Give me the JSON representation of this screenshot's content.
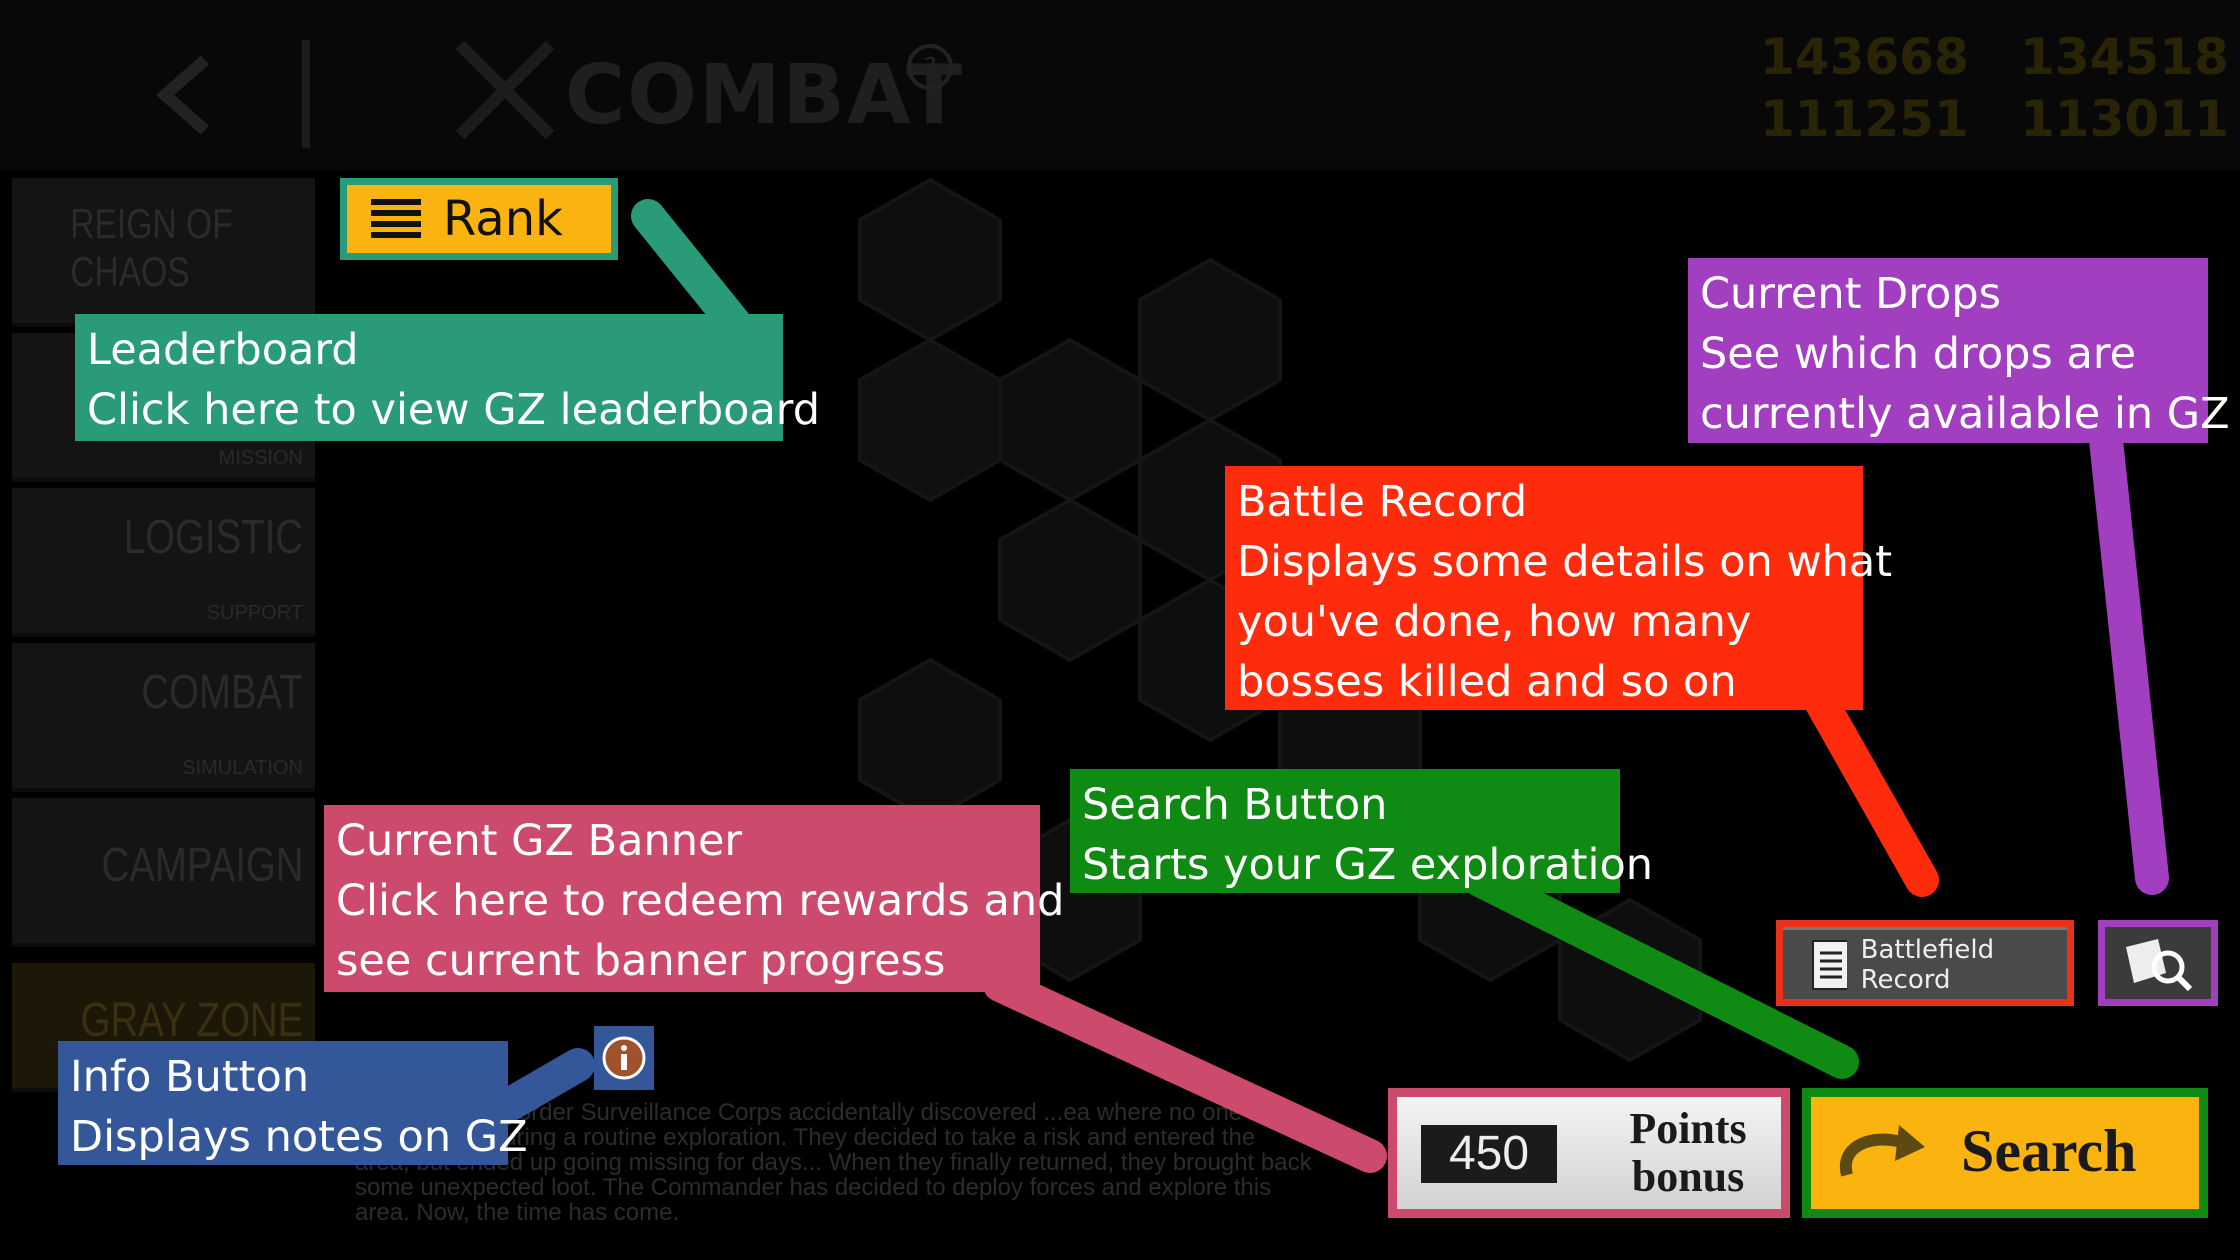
{
  "header": {
    "title": "COMBAT",
    "resources": [
      "143668",
      "134518",
      "111251",
      "113011"
    ]
  },
  "sidebar": {
    "items": [
      {
        "label": "REIGN OF CHAOS",
        "sub": ""
      },
      {
        "label": "",
        "sub": "MISSION"
      },
      {
        "label": "LOGISTIC",
        "sub": "SUPPORT"
      },
      {
        "label": "COMBAT",
        "sub": "SIMULATION"
      },
      {
        "label": "CAMPAIGN",
        "sub": ""
      },
      {
        "label": "GRAY ZONE",
        "sub": ""
      }
    ]
  },
  "description": "...ment of the Border Surveillance Corps accidentally discovered ...ea where no one has gone before during a routine exploration. They decided to take a risk and entered the area, but ended up going missing for days... When they finally returned, they brought back some unexpected loot. The Commander has decided to deploy forces and explore this area. Now, the time has come.",
  "buttons": {
    "rank": "Rank",
    "battlefield_record": "Battlefield Record",
    "points_value": "450",
    "points_label_1": "Points",
    "points_label_2": "bonus",
    "search": "Search"
  },
  "callouts": {
    "leaderboard": {
      "line1": "Leaderboard",
      "line2": "Click here to view GZ leaderboard",
      "color": "#2a9b78"
    },
    "current_drops": {
      "line1": "Current Drops",
      "line2": "See which drops are",
      "line3": "currently available in GZ",
      "color": "#a23ec0"
    },
    "battle_record": {
      "line1": "Battle Record",
      "line2": "Displays some details on what",
      "line3": "you've done, how many",
      "line4": "bosses killed and so on",
      "color": "#ff2b0d"
    },
    "search_button": {
      "line1": "Search Button",
      "line2": "Starts your GZ exploration",
      "color": "#0f8a12"
    },
    "gz_banner": {
      "line1": "Current GZ Banner",
      "line2": "Click here to redeem rewards and",
      "line3": "see current banner progress",
      "color": "#cc4a6c"
    },
    "info_button": {
      "line1": "Info Button",
      "line2": "Displays notes on GZ",
      "color": "#34579a"
    }
  }
}
